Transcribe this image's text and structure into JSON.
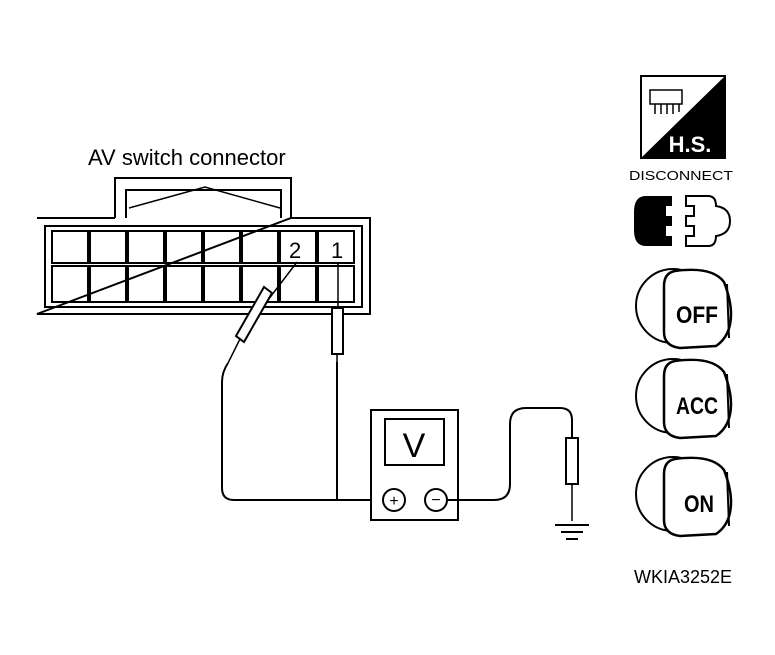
{
  "connector": {
    "title": "AV switch connector",
    "terminal_2": "2",
    "terminal_1": "1"
  },
  "meter": {
    "display": "V",
    "plus": "+",
    "minus": "−"
  },
  "icons": {
    "hs_text": "H.S.",
    "disconnect_label": "DISCONNECT",
    "key_off": "OFF",
    "key_acc": "ACC",
    "key_on": "ON"
  },
  "figure_code": "WKIA3252E"
}
